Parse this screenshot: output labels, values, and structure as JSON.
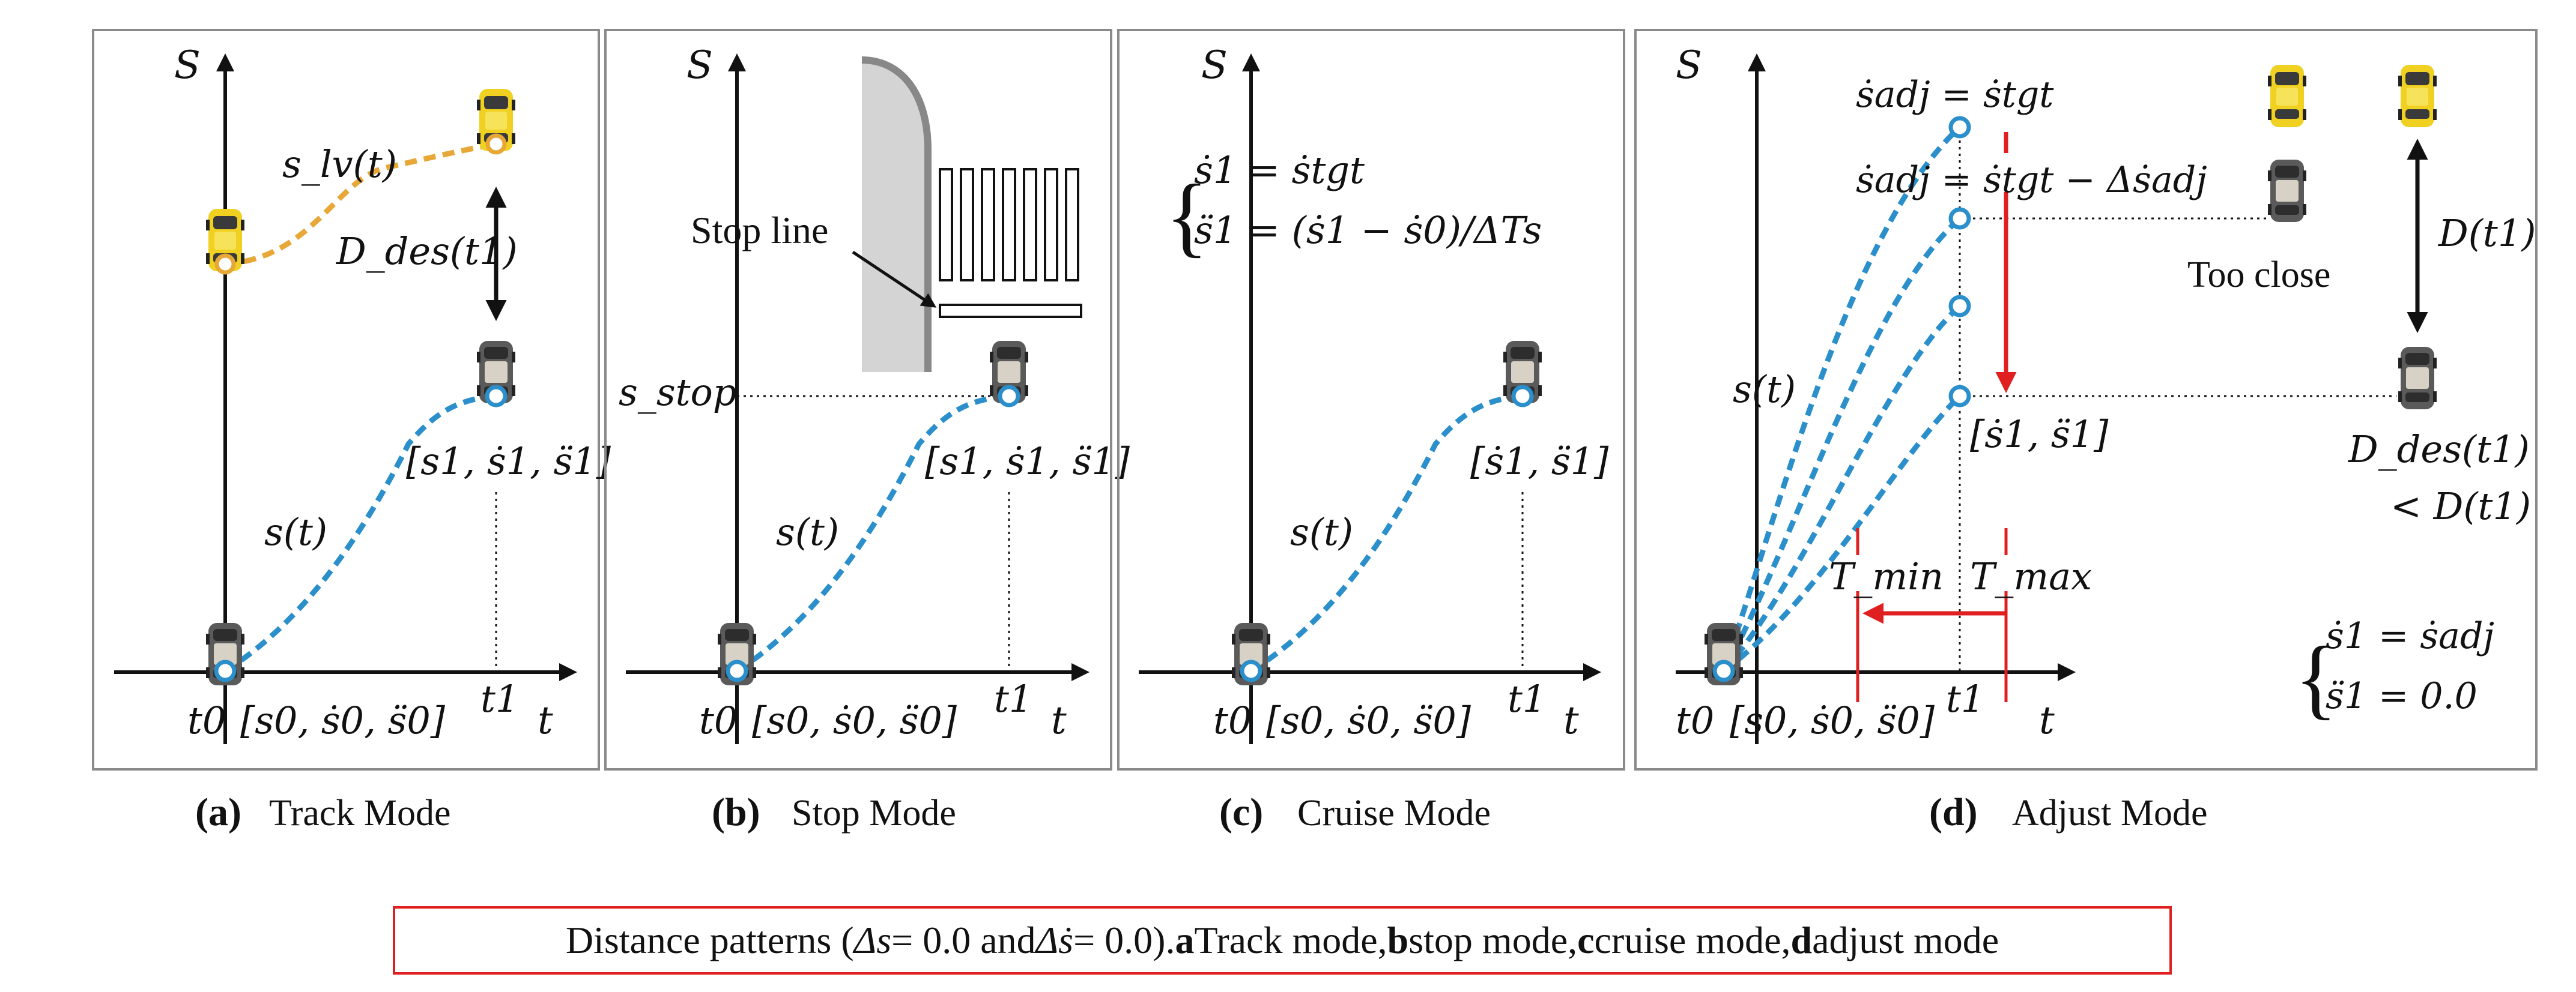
{
  "panels": {
    "a": {
      "letter": "(a)",
      "title": "Track Mode",
      "axis_y": "S",
      "axis_x": "t",
      "label_slv": "s_lv(t)",
      "label_ddes": "D_des(t1)",
      "label_st": "s(t)",
      "label_end": "[s1, ṡ1, s̈1]",
      "label_t0": "t0",
      "label_t1": "t1",
      "label_start": "[s0, ṡ0, s̈0]"
    },
    "b": {
      "letter": "(b)",
      "title": "Stop Mode",
      "axis_y": "S",
      "axis_x": "t",
      "label_stopline": "Stop line",
      "label_sstop": "s_stop",
      "label_st": "s(t)",
      "label_end": "[s1, ṡ1, s̈1]",
      "label_t0": "t0",
      "label_t1": "t1",
      "label_start": "[s0, ṡ0, s̈0]"
    },
    "c": {
      "letter": "(c)",
      "title": "Cruise Mode",
      "axis_y": "S",
      "axis_x": "t",
      "eq1": "ṡ1 = ṡtgt",
      "eq2": "s̈1 = (ṡ1 − ṡ0)/ΔTs",
      "label_st": "s(t)",
      "label_end": "[ṡ1, s̈1]",
      "label_t0": "t0",
      "label_t1": "t1",
      "label_start": "[s0, ṡ0, s̈0]"
    },
    "d": {
      "letter": "(d)",
      "title": "Adjust Mode",
      "axis_y": "S",
      "axis_x": "t",
      "label_adj1": "ṡadj = ṡtgt",
      "label_adj2": "ṡadj = ṡtgt − Δṡadj",
      "label_tooclose": "Too close",
      "label_dt1": "D(t1)",
      "label_st": "s(t)",
      "label_end": "[ṡ1, s̈1]",
      "label_ddes": "D_des(t1)",
      "label_lt": "< D(t1)",
      "label_tmin": "T_min",
      "label_tmax": "T_max",
      "eq1": "ṡ1 = ṡadj",
      "eq2": "s̈1 = 0.0",
      "label_t0": "t0",
      "label_t1": "t1",
      "label_start": "[s0, ṡ0, s̈0]"
    }
  },
  "caption": {
    "prefix": "Distance patterns (",
    "ds": "Δs",
    "eq_a": " = 0.0 and ",
    "dsdot": "Δṡ",
    "eq_b": " = 0.0). ",
    "a": "a",
    "a_text": " Track mode, ",
    "b": "b",
    "b_text": " stop mode, ",
    "c": "c",
    "c_text": " cruise mode, ",
    "d": "d",
    "d_text": " adjust mode"
  },
  "colors": {
    "trajectory": "#2a8fca",
    "leader": "#e8a838",
    "adjust_arrow": "#e02020",
    "yellow_car": "#f0d020",
    "grey_car": "#5a5a5a",
    "frame": "#8a8a8a"
  }
}
